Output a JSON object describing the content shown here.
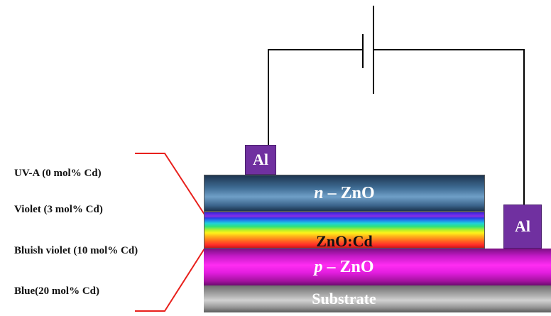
{
  "emission_labels": [
    {
      "text": "UV-A (0 mol% Cd)"
    },
    {
      "text": "Violet (3 mol% Cd)"
    },
    {
      "text": "Bluish violet (10 mol% Cd)"
    },
    {
      "text": "Blue(20 mol% Cd)"
    }
  ],
  "layers": {
    "n_zno": {
      "prefix": "n",
      "rest": " – ZnO",
      "color": "#3f6c94"
    },
    "zncd": {
      "label": "ZnO:Cd"
    },
    "p_zno": {
      "prefix": "p",
      "rest": " – ZnO",
      "color": "#ff2cf2"
    },
    "substrate": {
      "label": "Substrate",
      "color": "#b3b3b3"
    }
  },
  "contacts": {
    "top": {
      "label": "Al",
      "color": "#7030a0"
    },
    "right": {
      "label": "Al",
      "color": "#7030a0"
    }
  },
  "colors": {
    "bracket": "#e8201c",
    "wire": "#000000"
  }
}
